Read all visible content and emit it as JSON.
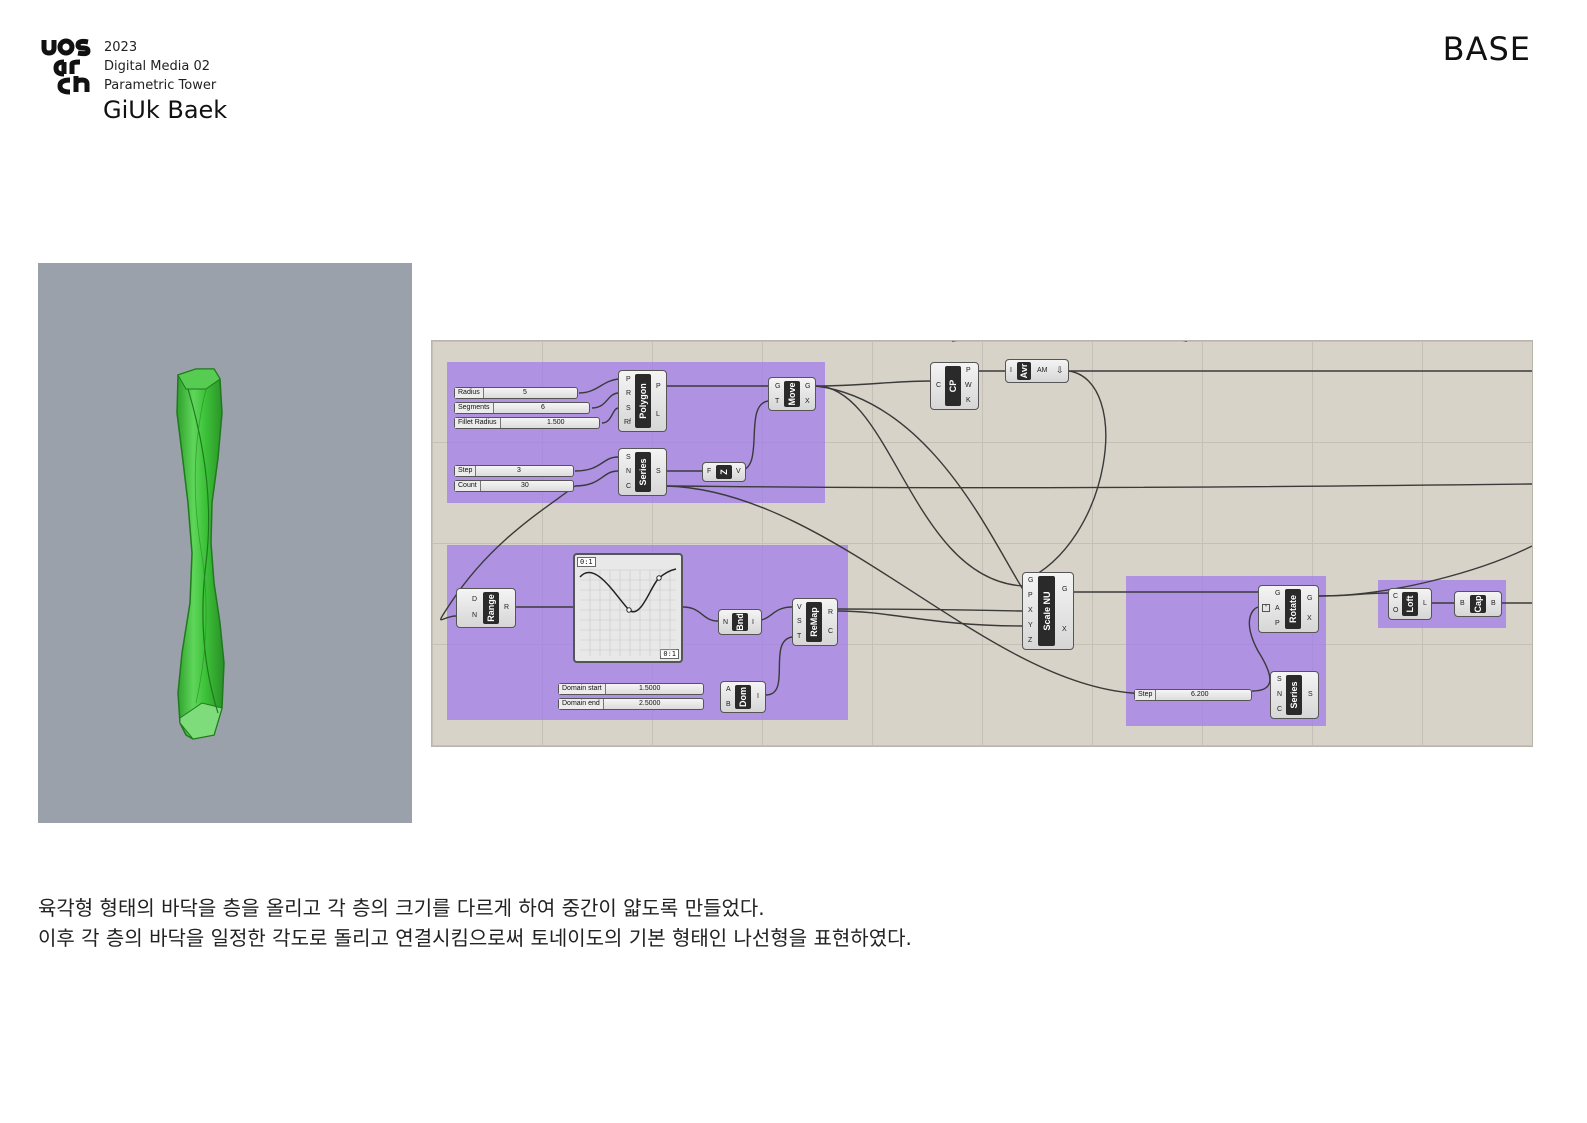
{
  "header": {
    "logo_text": "uos arch",
    "year": "2023",
    "course": "Digital Media 02",
    "project": "Parametric Tower",
    "author": "GiUk Baek",
    "title": "BASE"
  },
  "colors": {
    "viewport_bg": "#9aa1aa",
    "model_green": "#3fbf3a",
    "canvas_bg": "#d7d3c8",
    "group_purple": "#a98aeb"
  },
  "canvas": {
    "sliders": {
      "radius": {
        "label": "Radius",
        "value": "5"
      },
      "segments": {
        "label": "Segments",
        "value": "6"
      },
      "fillet": {
        "label": "Fillet Radius",
        "value": "1.500"
      },
      "step": {
        "label": "Step",
        "value": "3"
      },
      "count": {
        "label": "Count",
        "value": "30"
      },
      "dom_start": {
        "label": "Domain start",
        "value": "1.5000"
      },
      "dom_end": {
        "label": "Domain end",
        "value": "2.5000"
      },
      "step2": {
        "label": "Step",
        "value": "6.200"
      }
    },
    "components": {
      "polygon": {
        "name": "Polygon",
        "inputs": [
          "P",
          "R",
          "S",
          "Rf"
        ],
        "outputs": [
          "P",
          "L"
        ]
      },
      "move": {
        "name": "Move",
        "inputs": [
          "G",
          "T"
        ],
        "outputs": [
          "G",
          "X"
        ]
      },
      "series1": {
        "name": "Series",
        "inputs": [
          "S",
          "N",
          "C"
        ],
        "outputs": [
          "S"
        ]
      },
      "unitz": {
        "name": "Z",
        "inputs": [
          "F"
        ],
        "outputs": [
          "V"
        ]
      },
      "cp": {
        "name": "CP",
        "inputs": [
          "C"
        ],
        "outputs": [
          "P",
          "W",
          "K"
        ]
      },
      "avr": {
        "name": "Avr",
        "inputs": [
          "I"
        ],
        "outputs": [
          "AM"
        ]
      },
      "range": {
        "name": "Range",
        "inputs": [
          "D",
          "N"
        ],
        "outputs": [
          "R"
        ]
      },
      "bnd": {
        "name": "Bnd",
        "inputs": [
          "N"
        ],
        "outputs": [
          "I"
        ]
      },
      "remap": {
        "name": "ReMap",
        "inputs": [
          "V",
          "S",
          "T"
        ],
        "outputs": [
          "R",
          "C"
        ]
      },
      "dom": {
        "name": "Dom",
        "inputs": [
          "A",
          "B"
        ],
        "outputs": [
          "I"
        ]
      },
      "scalenu": {
        "name": "Scale NU",
        "inputs": [
          "G",
          "P",
          "X",
          "Y",
          "Z"
        ],
        "outputs": [
          "G",
          "X"
        ]
      },
      "rotate": {
        "name": "Rotate",
        "inputs": [
          "G",
          "A",
          "P"
        ],
        "outputs": [
          "G",
          "X"
        ]
      },
      "series2": {
        "name": "Series",
        "inputs": [
          "S",
          "N",
          "C"
        ],
        "outputs": [
          "S"
        ]
      },
      "loft": {
        "name": "Loft",
        "inputs": [
          "C",
          "O"
        ],
        "outputs": [
          "L"
        ]
      },
      "cap": {
        "name": "Cap",
        "inputs": [
          "B"
        ],
        "outputs": [
          "B"
        ]
      }
    },
    "graph": {
      "tag_top": "0:1",
      "tag_bottom": "0:1"
    }
  },
  "description": {
    "line1": "육각형 형태의 바닥을 층을 올리고 각 층의 크기를 다르게 하여 중간이 얇도록 만들었다.",
    "line2": "이후 각 층의 바닥을 일정한 각도로 돌리고 연결시킴으로써 토네이도의 기본 형태인 나선형을 표현하였다."
  }
}
